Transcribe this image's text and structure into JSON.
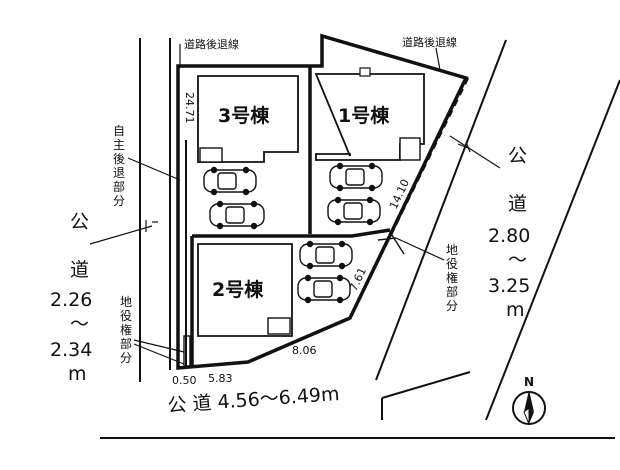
{
  "buildings": {
    "b3": "3号棟",
    "b1": "1号棟",
    "b2": "2号棟"
  },
  "labels": {
    "setback_left": "道路後退線",
    "setback_right": "道路後退線",
    "self_setback_chars": [
      "自",
      "主",
      "後",
      "退",
      "部",
      "分"
    ],
    "easement_left_chars": [
      "地",
      "役",
      "権",
      "部",
      "分"
    ],
    "easement_right_chars": [
      "地",
      "役",
      "権",
      "部",
      "分"
    ]
  },
  "roads": {
    "left": {
      "char1": "公",
      "char2": "道",
      "width_from": "2.26",
      "tilde": "～",
      "width_to": "2.34",
      "unit": "m"
    },
    "right": {
      "char1": "公",
      "char2": "道",
      "width_from": "2.80",
      "tilde": "～",
      "width_to": "3.25",
      "unit": "m"
    },
    "bottom": "公  道 4.56～6.49m"
  },
  "dimensions": {
    "left_vertical": "24.71",
    "right_upper": "14.10",
    "right_lower": "7.61",
    "bottom_diag": "8.06",
    "bottom_left": "5.83",
    "bottom_corner": "0.50"
  },
  "compass": {
    "north": "N"
  },
  "colors": {
    "line": "#111111",
    "background": "#ffffff"
  }
}
